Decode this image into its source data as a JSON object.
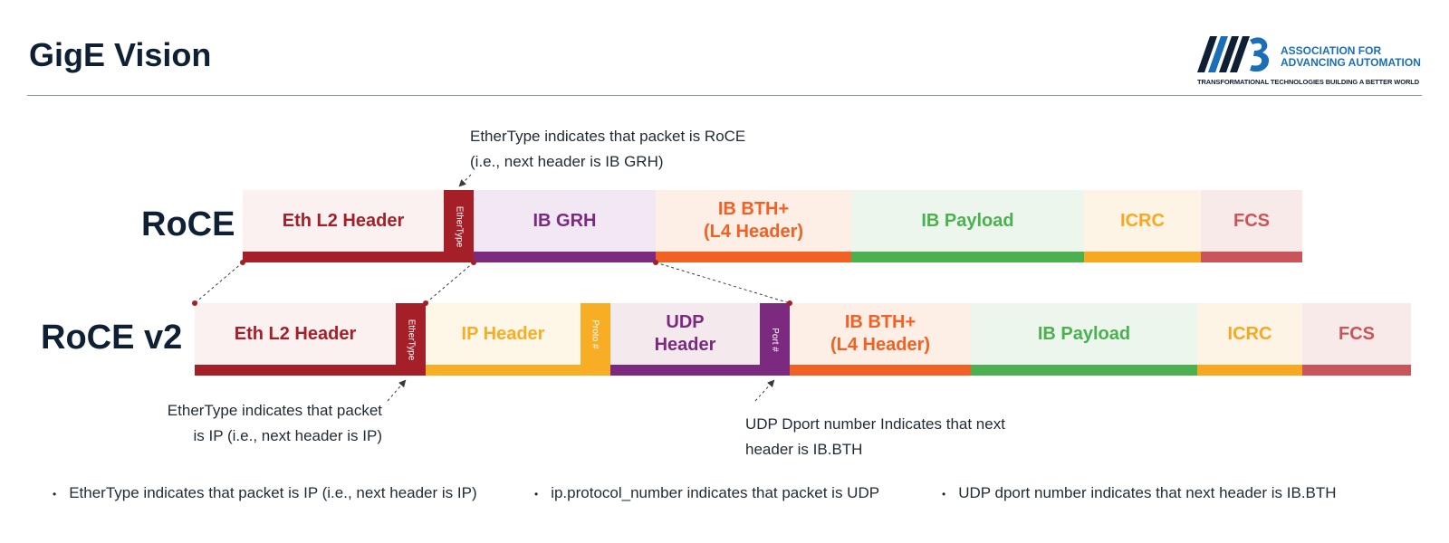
{
  "header": {
    "title": "GigE Vision",
    "logo_org_line1": "ASSOCIATION FOR",
    "logo_org_line2": "ADVANCING AUTOMATION",
    "logo_tagline": "TRANSFORMATIONAL TECHNOLOGIES BUILDING A BETTER WORLD",
    "logo_mark": "A3"
  },
  "roce": {
    "label": "RoCE",
    "segments": {
      "eth": "Eth L2 Header",
      "ethertype": "EtherType",
      "grh": "IB GRH",
      "bth_line1": "IB BTH+",
      "bth_line2": "(L4 Header)",
      "payload": "IB Payload",
      "icrc": "ICRC",
      "fcs": "FCS"
    },
    "note_line1": "EtherType indicates that packet is RoCE",
    "note_line2": "(i.e., next header is IB GRH)"
  },
  "rocev2": {
    "label": "RoCE v2",
    "segments": {
      "eth": "Eth L2 Header",
      "ethertype": "EtherType",
      "ip": "IP Header",
      "proto": "Proto #",
      "udp_line1": "UDP",
      "udp_line2": "Header",
      "port": "Port #",
      "bth_line1": "IB BTH+",
      "bth_line2": "(L4 Header)",
      "payload": "IB Payload",
      "icrc": "ICRC",
      "fcs": "FCS"
    },
    "note_ip_line1": "EtherType indicates that packet",
    "note_ip_line2": "is IP (i.e., next header is IP)",
    "note_udp_line1": "UDP Dport number Indicates that next",
    "note_udp_line2": "header is IB.BTH"
  },
  "bullets": [
    "EtherType indicates that packet is IP (i.e., next header is IP)",
    "ip.protocol_number indicates that packet is UDP",
    "UDP dport number indicates that next header is IB.BTH"
  ],
  "colors": {
    "eth_red": "#a51f29",
    "grh_purple": "#7b2a80",
    "bth_orange": "#f26124",
    "payload_green": "#4bb04f",
    "icrc_amber": "#f7a823",
    "fcs_rose": "#c9545a",
    "ip_amber": "#f8ae24",
    "udp_purple": "#7b2a80",
    "navy": "#0f2035",
    "logo_blue": "#1a6fb6"
  }
}
